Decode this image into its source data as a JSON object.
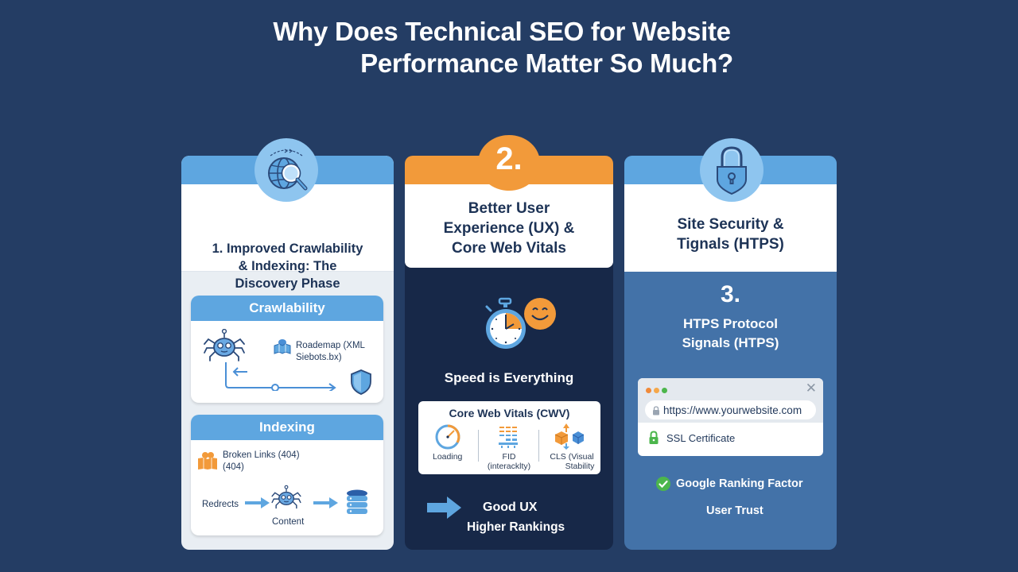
{
  "title": {
    "line1": "Why Does Technical SEO for Website",
    "line2": "Performance Matter So Much?"
  },
  "colors": {
    "background": "#243d64",
    "accent_blue": "#5ea6e0",
    "accent_orange": "#f29a3a",
    "card2_bg": "#172848",
    "card3_bg": "#4372a8",
    "heading_text": "#1d3356",
    "success_green": "#4cb64c"
  },
  "card1": {
    "icon": "globe-search-icon",
    "title_lines": [
      "1. Improved Crawlability",
      "& Indexing: The",
      "Discovery Phase"
    ],
    "crawlability": {
      "header": "Crawlability",
      "icons": [
        "spider-bot-icon",
        "sitemap-map-icon",
        "arrow-left-icon",
        "shield-icon"
      ],
      "roadmap_lines": [
        "Roademap (XML",
        "Siebots.bx)"
      ]
    },
    "indexing": {
      "header": "Indexing",
      "broken_links_lines": [
        "Broken Links (404)",
        "(404)"
      ],
      "redirects": "Redrects",
      "content": "Content",
      "icons": [
        "broken-link-icon",
        "spider-bot-icon",
        "database-icon"
      ]
    }
  },
  "card2": {
    "number": "2.",
    "title_lines": [
      "Better User",
      "Experience (UX) &",
      "Core Web Vitals"
    ],
    "icons": [
      "stopwatch-icon",
      "smiley-icon"
    ],
    "speed_label": "Speed is Everything",
    "cwv": {
      "title": "Core Web Vitals (CWV)",
      "items": [
        {
          "icon": "gauge-icon",
          "lines": [
            "Loading"
          ]
        },
        {
          "icon": "interaction-grid-icon",
          "lines": [
            "FID",
            "(interacklty)"
          ]
        },
        {
          "icon": "layout-shift-cubes-icon",
          "lines": [
            "CLS (Visual",
            "Stability"
          ]
        }
      ]
    },
    "result": {
      "icon": "arrow-right-icon",
      "line1": "Good UX",
      "line2": "Higher Rankings"
    }
  },
  "card3": {
    "icon": "padlock-icon",
    "title_lines": [
      "Site Security &",
      "Tignals (HTPS)"
    ],
    "number": "3.",
    "protocol_lines": [
      "HTPS Protocol",
      "Signals (HTPS)"
    ],
    "browser": {
      "url": "https://www.yourwebsite.com",
      "ssl": "SSL Certificate",
      "close": "✕"
    },
    "ranking_factor": "Google Ranking Factor",
    "user_trust": "User Trust"
  }
}
